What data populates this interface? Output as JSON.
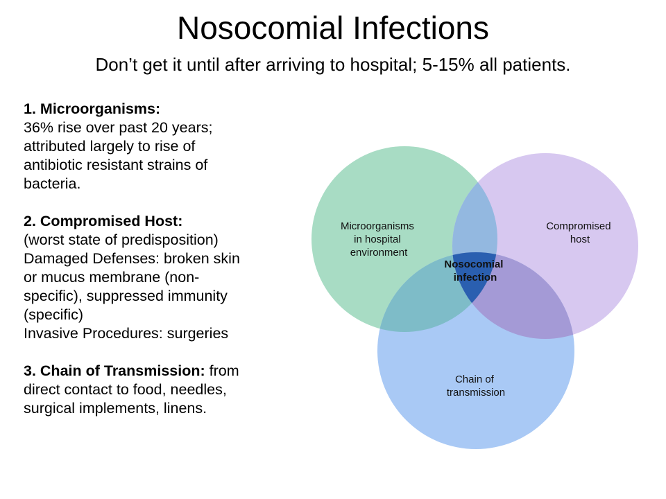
{
  "header": {
    "title": "Nosocomial Infections",
    "subtitle": "Don’t get it until after arriving to hospital; 5-15% all patients."
  },
  "sections": [
    {
      "heading": "1. Microorganisms:",
      "body_lines": [
        "36% rise over past 20 years;",
        "attributed largely to rise of",
        "antibiotic resistant strains of",
        "bacteria."
      ]
    },
    {
      "heading": "2. Compromised Host:",
      "body_lines": [
        "(worst state of predisposition)",
        "Damaged Defenses: broken skin",
        "or mucus membrane (non-",
        "specific), suppressed immunity",
        "(specific)",
        "Invasive Procedures: surgeries"
      ]
    },
    {
      "heading": "3. Chain of Transmission:",
      "heading_tail": " from",
      "body_lines": [
        "direct contact to food, needles,",
        "surgical implements, linens."
      ]
    }
  ],
  "venn": {
    "circles": [
      {
        "label_lines": [
          "Microorganisms",
          "in hospital",
          "environment"
        ],
        "fill": "#a8dcc4"
      },
      {
        "label_lines": [
          "Compromised",
          "host"
        ],
        "fill": "#d7c8f0"
      },
      {
        "label_lines": [
          "Chain of",
          "transmission"
        ],
        "fill": "#a9c9f5"
      }
    ],
    "center": {
      "label_lines": [
        "Nosocomial",
        "infection"
      ],
      "fill": "#2a5fb0"
    }
  }
}
